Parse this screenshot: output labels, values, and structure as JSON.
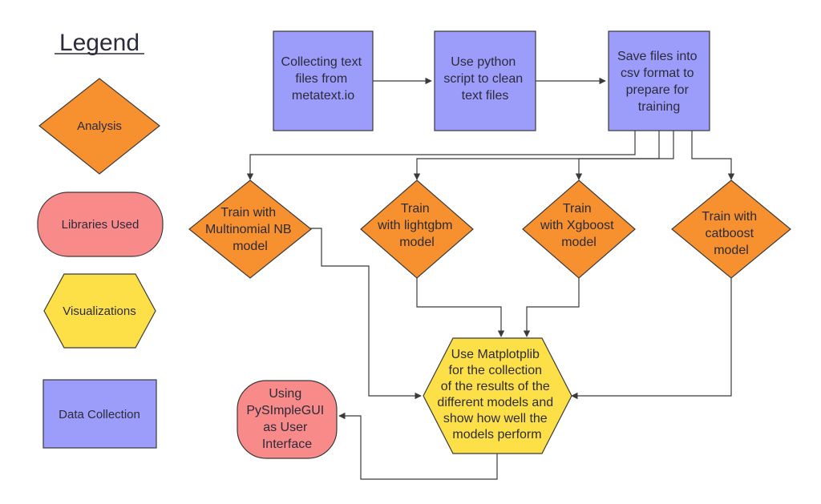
{
  "colors": {
    "analysis": "#f7902f",
    "libraries": "#f98a8a",
    "visualizations": "#fde047",
    "data_collection": "#9c9cfb",
    "stroke": "#3a3a3a",
    "text": "#2b2b3a"
  },
  "legend": {
    "title": "Legend",
    "items": [
      {
        "label": "Analysis",
        "shape": "diamond"
      },
      {
        "label": "Libraries Used",
        "shape": "rounded-rectangle"
      },
      {
        "label": "Visualizations",
        "shape": "hexagon"
      },
      {
        "label": "Data Collection",
        "shape": "rectangle"
      }
    ]
  },
  "nodes": {
    "collect": {
      "lines": [
        "Collecting text",
        "files from",
        "metatext.io"
      ],
      "shape": "rectangle",
      "category": "data_collection"
    },
    "clean": {
      "lines": [
        "Use python",
        "script to clean",
        "text files"
      ],
      "shape": "rectangle",
      "category": "data_collection"
    },
    "save": {
      "lines": [
        "Save files into",
        "csv format to",
        "prepare for",
        "training"
      ],
      "shape": "rectangle",
      "category": "data_collection"
    },
    "nb": {
      "lines": [
        "Train with",
        "Multinomial NB",
        "model"
      ],
      "shape": "diamond",
      "category": "analysis"
    },
    "lgbm": {
      "lines": [
        "Train",
        "with lightgbm",
        "model"
      ],
      "shape": "diamond",
      "category": "analysis"
    },
    "xgb": {
      "lines": [
        "Train",
        "with Xgboost",
        "model"
      ],
      "shape": "diamond",
      "category": "analysis"
    },
    "cat": {
      "lines": [
        "Train with",
        "catboost",
        "model"
      ],
      "shape": "diamond",
      "category": "analysis"
    },
    "viz": {
      "lines": [
        "Use Matplotplib",
        "for the collection",
        "of the results of the",
        "different models and",
        "show how well the",
        "models perform"
      ],
      "shape": "hexagon",
      "category": "visualizations"
    },
    "gui": {
      "lines": [
        "Using",
        "PySImpleGUI",
        "as User",
        "Interface"
      ],
      "shape": "rounded-rectangle",
      "category": "libraries"
    }
  },
  "edges": [
    {
      "from": "collect",
      "to": "clean"
    },
    {
      "from": "clean",
      "to": "save"
    },
    {
      "from": "save",
      "to": "nb"
    },
    {
      "from": "save",
      "to": "lgbm"
    },
    {
      "from": "save",
      "to": "xgb"
    },
    {
      "from": "save",
      "to": "cat"
    },
    {
      "from": "nb",
      "to": "viz"
    },
    {
      "from": "lgbm",
      "to": "viz"
    },
    {
      "from": "xgb",
      "to": "viz"
    },
    {
      "from": "cat",
      "to": "viz"
    },
    {
      "from": "viz",
      "to": "gui"
    }
  ]
}
